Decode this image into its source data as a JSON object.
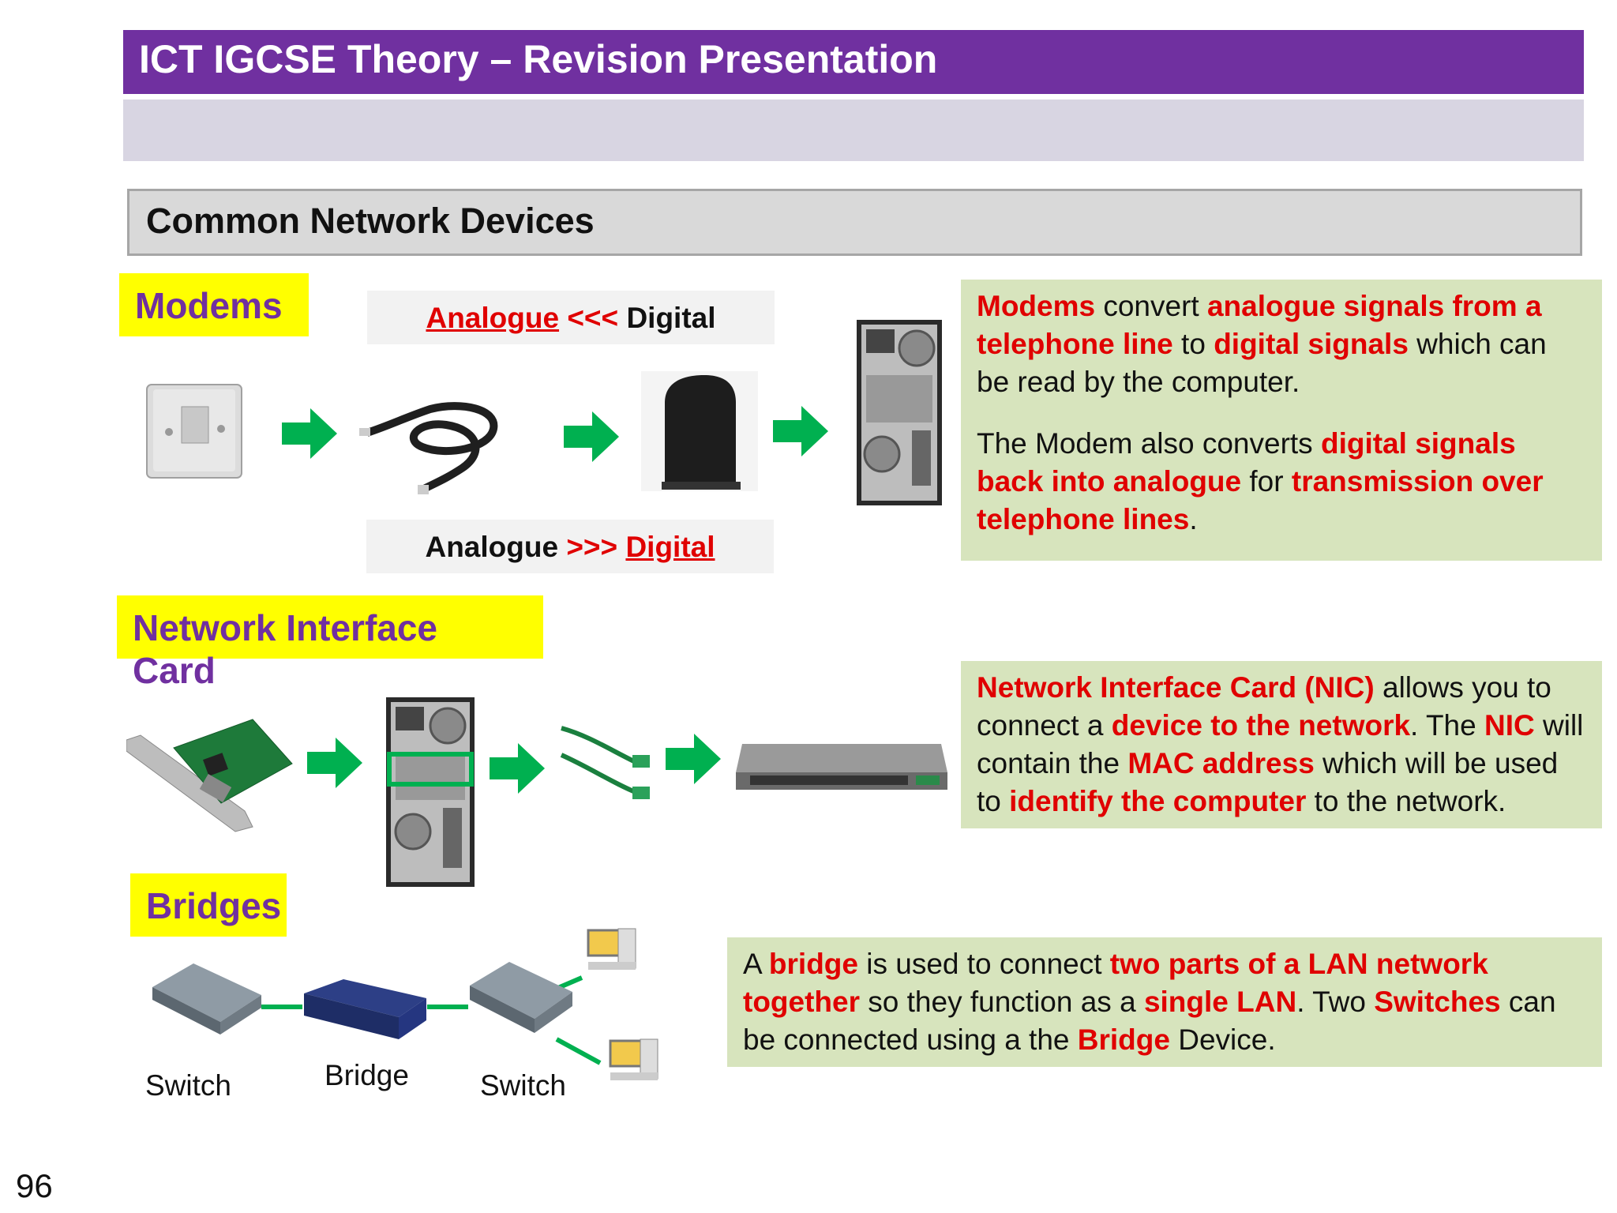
{
  "header": {
    "title": "ICT IGCSE Theory – Revision Presentation"
  },
  "section": {
    "title": "Common Network Devices"
  },
  "modems": {
    "heading": "Modems",
    "top_label": {
      "a": "Analogue",
      "arrows": "<<<",
      "b": "Digital"
    },
    "bottom_label": {
      "a": "Analogue",
      "arrows": ">>>",
      "b": "Digital"
    },
    "desc": {
      "p1": [
        "Modems",
        " convert ",
        "analogue signals from a telephone line",
        " to ",
        "digital signals",
        " which can be read by the computer."
      ],
      "p2": [
        "The Modem also converts ",
        "digital signals back into analogue",
        " for ",
        "transmission over telephone lines",
        "."
      ]
    }
  },
  "nic": {
    "heading": "Network Interface Card",
    "desc": [
      "Network Interface Card (NIC)",
      " allows you to connect a ",
      "device to the network",
      ". The ",
      "NIC",
      " will contain the ",
      "MAC address",
      " which will be used to ",
      "identify the computer",
      " to the network."
    ]
  },
  "bridges": {
    "heading": "Bridges",
    "labels": {
      "switch1": "Switch",
      "bridge": "Bridge",
      "switch2": "Switch"
    },
    "desc": [
      "A ",
      "bridge",
      " is used to connect ",
      "two parts of a LAN network together",
      " so they function as a ",
      "single LAN",
      ". Two ",
      "Switches",
      " can be connected using a the ",
      "Bridge",
      " Device."
    ]
  },
  "page": {
    "number": "96"
  },
  "colors": {
    "title_bg": "#7030a0",
    "highlight": "#ffff00",
    "heading_text": "#7030a0",
    "key_text": "#e00000",
    "info_bg": "#d7e4bd",
    "arrow": "#00b050"
  }
}
